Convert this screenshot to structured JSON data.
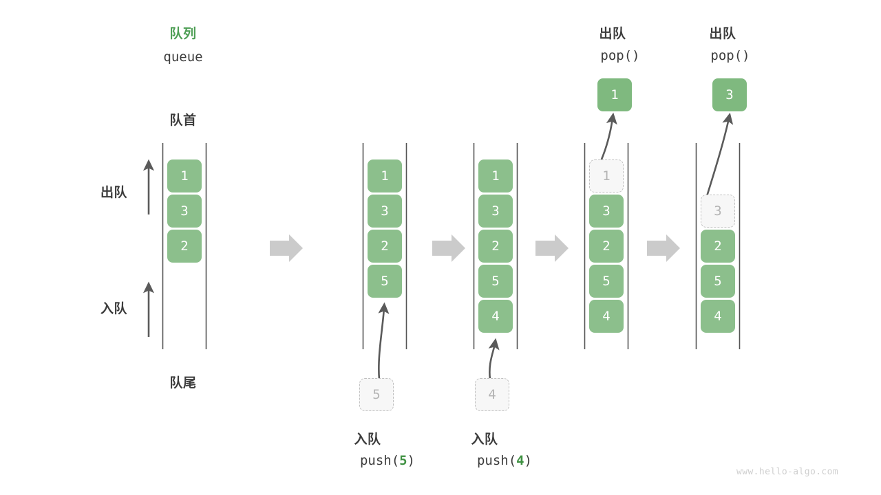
{
  "meta": {
    "watermark": "www.hello-algo.com",
    "colors": {
      "cell_green": "#8cbf8c",
      "title_green": "#4d9e54",
      "text_dark": "#3c3c3c",
      "rail_gray": "#555555",
      "ghost_gray": "#b4b4b4",
      "connector_gray": "#cccccc",
      "arrow_gray": "#5a5a5a"
    }
  },
  "title": {
    "cn": "队列",
    "en": "queue"
  },
  "side_labels": {
    "head": "队首",
    "tail": "队尾",
    "dequeue": "出队",
    "enqueue": "入队",
    "dequeue_arrow_icon": "up-arrow-icon",
    "enqueue_arrow_icon": "up-arrow-icon"
  },
  "connector_icon": "right-arrow-icon",
  "columns": [
    {
      "id": "state-initial",
      "cells": [
        "1",
        "3",
        "2"
      ],
      "ghost_index": null,
      "header": null,
      "footer": null,
      "incoming": null,
      "outgoing": null
    },
    {
      "id": "state-after-push-5",
      "cells": [
        "1",
        "3",
        "2",
        "5"
      ],
      "ghost_index": null,
      "header": null,
      "footer": {
        "cn": "入队",
        "code_prefix": "push(",
        "code_arg": "5",
        "code_suffix": ")"
      },
      "incoming": {
        "value": "5",
        "icon": "curved-up-arrow-icon"
      },
      "outgoing": null
    },
    {
      "id": "state-after-push-4",
      "cells": [
        "1",
        "3",
        "2",
        "5",
        "4"
      ],
      "ghost_index": null,
      "header": null,
      "footer": {
        "cn": "入队",
        "code_prefix": "push(",
        "code_arg": "4",
        "code_suffix": ")"
      },
      "incoming": {
        "value": "4",
        "icon": "curved-up-arrow-icon"
      },
      "outgoing": null
    },
    {
      "id": "state-pop-1",
      "cells": [
        "1",
        "3",
        "2",
        "5",
        "4"
      ],
      "ghost_index": 0,
      "header": {
        "cn": "出队",
        "code": "pop()"
      },
      "footer": null,
      "incoming": null,
      "outgoing": {
        "value": "1",
        "icon": "curved-up-arrow-icon"
      }
    },
    {
      "id": "state-pop-3",
      "cells": [
        null,
        "3",
        "2",
        "5",
        "4"
      ],
      "ghost_index": 1,
      "header": {
        "cn": "出队",
        "code": "pop()"
      },
      "footer": null,
      "incoming": null,
      "outgoing": {
        "value": "3",
        "icon": "curved-up-arrow-icon"
      }
    }
  ]
}
